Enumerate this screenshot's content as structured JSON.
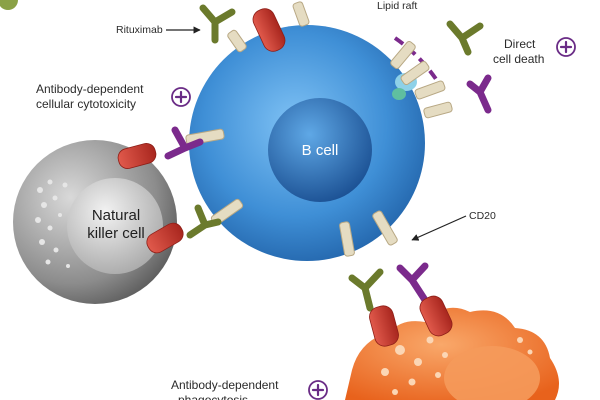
{
  "labels": {
    "rituximab": "Rituximab",
    "lipid_raft": "Lipid raft",
    "direct_cell_death_line1": "Direct",
    "direct_cell_death_line2": "cell death",
    "adcc_line1": "Antibody-dependent",
    "adcc_line2": "cellular cytotoxicity",
    "b_cell": "B cell",
    "nk_line1": "Natural",
    "nk_line2": "killer cell",
    "cd20": "CD20",
    "adcp_line1": "Antibody-dependent",
    "adcp_line2": "phagocytosis"
  },
  "icons": {
    "plus": "plus-icon",
    "arrow": "arrow-icon"
  },
  "colors": {
    "b_cell": "#3f8fd6",
    "nk_cell": "#8c8c8c",
    "macrophage": "#f07a2e",
    "receptor": "#c9362c",
    "antibody_green": "#6b7a2c",
    "antibody_purple": "#7b2a8c",
    "cd20": "#e5dcc2",
    "plus": "#6a2c86"
  }
}
